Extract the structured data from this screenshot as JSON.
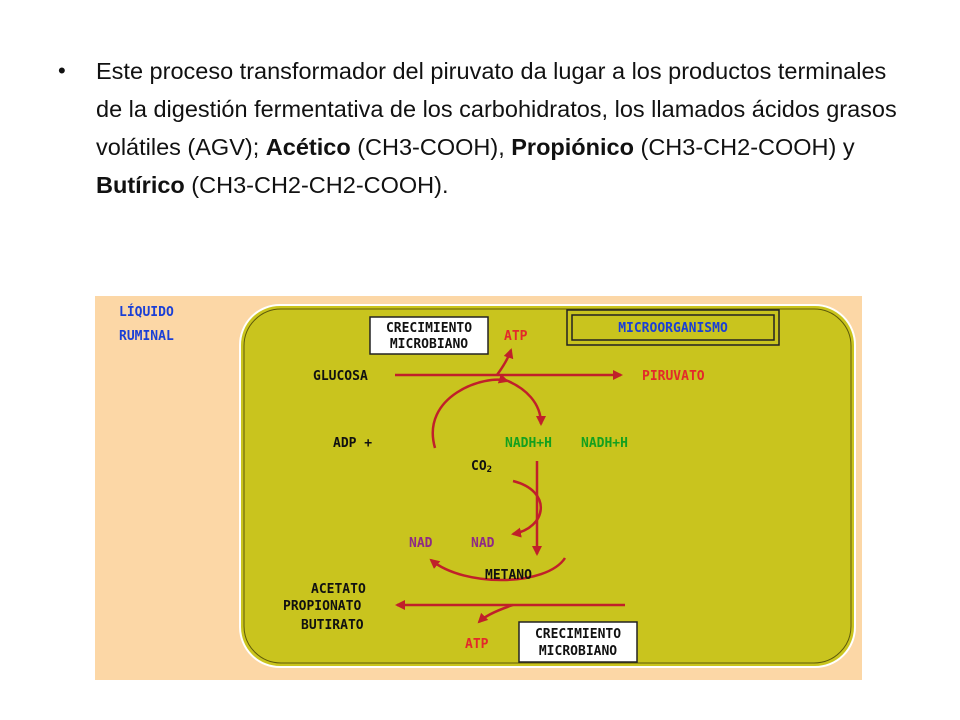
{
  "slide": {
    "bullet": "•",
    "segments": [
      {
        "text": "Este proceso transformador del piruvato da lugar a los productos terminales de la digestión fermentativa de los carbohidratos, los llamados ácidos grasos volátiles (AGV); ",
        "bold": false
      },
      {
        "text": "Acético",
        "bold": true
      },
      {
        "text": " (CH3-COOH), ",
        "bold": false
      },
      {
        "text": "Propiónico",
        "bold": true
      },
      {
        "text": " (CH3-CH2-COOH) y ",
        "bold": false
      },
      {
        "text": "Butírico",
        "bold": true
      },
      {
        "text": " (CH3-CH2-CH2-COOH).",
        "bold": false
      }
    ]
  },
  "diagram": {
    "colors": {
      "background": "#fcd7a6",
      "cell": "#c9c41e",
      "arrow": "#c0202a",
      "label_blue": "#1a3fd6",
      "label_red": "#e3292a",
      "label_green": "#14a01e",
      "label_purple": "#8e2a86"
    },
    "liquid_label": [
      "LÍQUIDO",
      "RUMINAL"
    ],
    "organism_label": "MICROORGANISMO",
    "growth_top": [
      "CRECIMIENTO",
      "MICROBIANO"
    ],
    "growth_bottom": [
      "CRECIMIENTO",
      "MICROBIANO"
    ],
    "atp_top": "ATP",
    "atp_bottom": "ATP",
    "glucose": "GLUCOSA",
    "pyruvate": "PIRUVATO",
    "adp": "ADP +",
    "nadh_1": "NADH+H",
    "nadh_2": "NADH+H",
    "co2": "CO",
    "co2_sub": "2",
    "nad_1": "NAD",
    "nad_2": "NAD",
    "methane": "METANO",
    "products": [
      "ACETATO",
      "PROPIONATO",
      "BUTIRATO"
    ]
  }
}
